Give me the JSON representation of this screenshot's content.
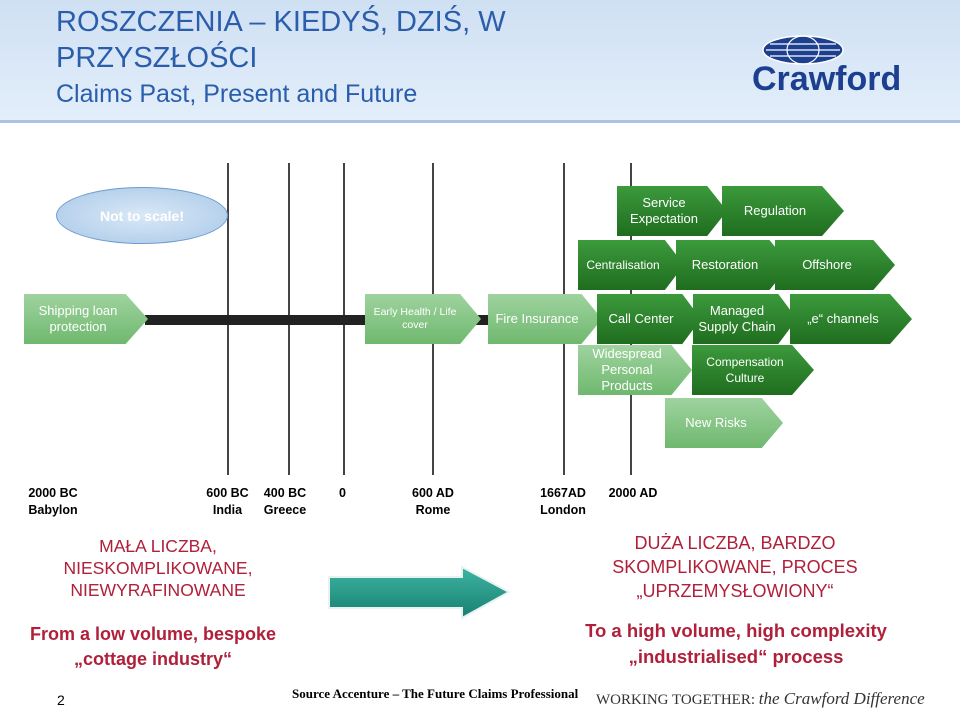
{
  "header": {
    "title_line1": "ROSZCZENIA – KIEDYŚ, DZIŚ, W",
    "title_line2": "PRZYSZŁOŚCI",
    "subtitle": "Claims Past, Present and Future",
    "logo_text": "Crawford"
  },
  "oval": "Not to scale!",
  "boxes": {
    "service_expectation": "Service Expectation",
    "regulation": "Regulation",
    "centralisation": "Centralisation",
    "restoration": "Restoration",
    "offshore": "Offshore",
    "shipping_loan": "Shipping loan protection",
    "early_health": "Early Health / Life cover",
    "fire_insurance": "Fire Insurance",
    "call_center": "Call Center",
    "managed_supply": "Managed Supply Chain",
    "e_channels": "„e“ channels",
    "widespread": "Widespread Personal Products",
    "compensation": "Compensation Culture",
    "new_risks": "New Risks"
  },
  "dates": [
    {
      "year": "2000 BC",
      "place": "Babylon"
    },
    {
      "year": "600 BC",
      "place": "India"
    },
    {
      "year": "400 BC",
      "place": "Greece"
    },
    {
      "year": "0",
      "place": ""
    },
    {
      "year": "600 AD",
      "place": "Rome"
    },
    {
      "year": "1667AD",
      "place": "London"
    },
    {
      "year": "2000 AD",
      "place": ""
    }
  ],
  "left_block": {
    "polish": "MAŁA LICZBA, NIESKOMPLIKOWANE, NIEWYRAFINOWANE",
    "english": "From a low volume, bespoke „cottage industry“"
  },
  "right_block": {
    "polish": "DUŻA LICZBA, BARDZO SKOMPLIKOWANE, PROCES „UPRZEMYSŁOWIONY“",
    "english": "To a high volume, high complexity „industrialised“ process"
  },
  "footer": {
    "page_number": "2",
    "source": "Source Accenture – The Future Claims Professional",
    "tagline_caps": "WORKING TOGETHER:",
    "tagline_italic": "the Crawford Difference"
  }
}
